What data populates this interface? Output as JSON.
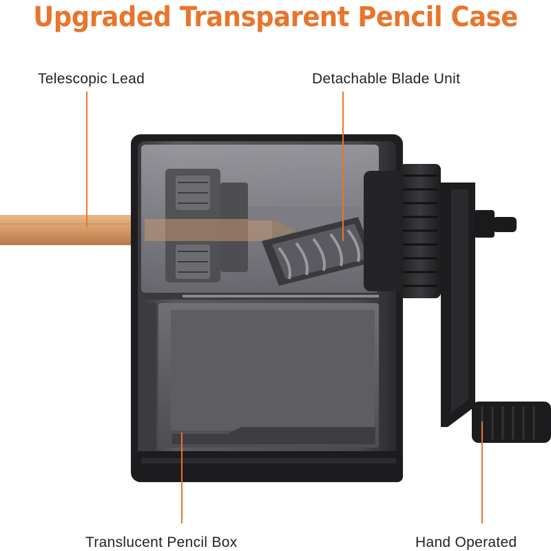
{
  "title": "Upgraded Transparent Pencil Case",
  "callouts": {
    "telescopic_lead": "Telescopic Lead",
    "detachable_blade": "Detachable Blade Unit",
    "pencil_box": "Translucent Pencil Box",
    "hand_operated": "Hand Operated"
  },
  "colors": {
    "title": "#e8752c",
    "leader_line": "#e8752c",
    "label_text": "#222222",
    "body": "#2a2a2c",
    "pencil_wood": "#d9a274"
  },
  "subject": "manual-pencil-sharpener"
}
